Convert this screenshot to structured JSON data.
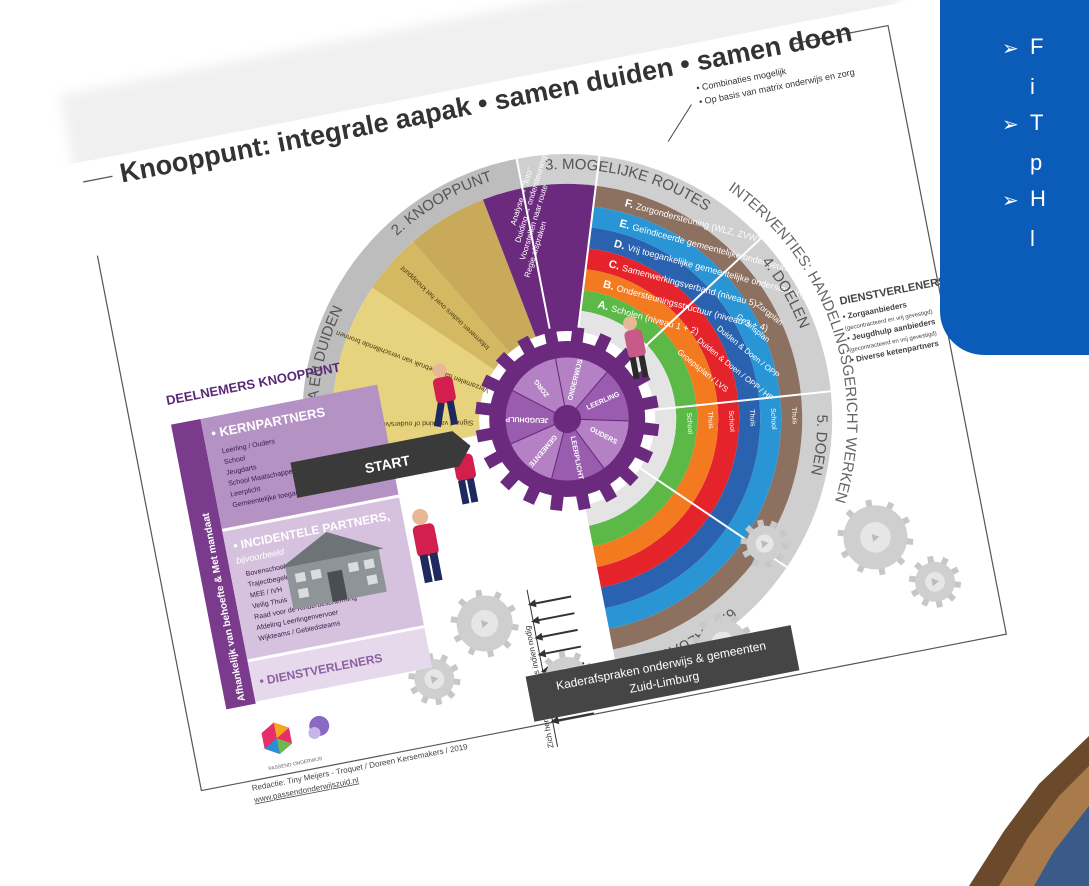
{
  "poster": {
    "title": "Knooppunt: integrale aapak • samen duiden • samen doen",
    "footer": "Kaderafspraken onderwijs & gemeenten",
    "footer2": "Zuid-Limburg",
    "credit": "Redactie: Tiny Meijers - Troquet / Doreen Kersemakers / 2019",
    "website": "www.passendonderwijszuid.nl",
    "logo_text": "PASSEND ONDERWIJS",
    "start": "START",
    "loop_note": "Zich herhalend proces indien nodig",
    "routes_notes": [
      "• Combinaties mogelijk",
      "• Op basis van matrix onderwijs en zorg"
    ],
    "segments": {
      "data": "1. DATA EN DUIDEN",
      "knooppunt": "2. KNOOPPUNT",
      "routes": "3. MOGELIJKE ROUTES",
      "doelen": "4. DOELEN",
      "interventies": "INTERVENTIES: HANDELINGSGERICHT WERKEN",
      "doen": "5. DOEN",
      "evaluatie": "6. EVALUATIE"
    },
    "data_items": [
      "Signaal van kind of ouders/voorziene partners",
      "Verzamelen data, gebruik van verschillende bronnen",
      "Informeren ouders over het knooppunt"
    ],
    "knooppunt_items": [
      "Analyse → \"foto\"",
      "Duiding → ondersteuningsvraag",
      "Voorstellen naar route",
      "Regie afspraken"
    ],
    "routes": [
      {
        "letter": "F.",
        "text": "Zorgondersteuning (WLZ, ZVW)",
        "color": "#8c7060"
      },
      {
        "letter": "E.",
        "text": "Geïndiceerde gemeentelijke ondersteuning (JW)",
        "color": "#2a95d4"
      },
      {
        "letter": "D.",
        "text": "Vrij toegankelijke gemeentelijke ondersteuning",
        "color": "#2a62b0"
      },
      {
        "letter": "C.",
        "text": "Samenwerkingsverband (niveau 5)",
        "color": "#e4232b"
      },
      {
        "letter": "B.",
        "text": "Ondersteuningsstructuur (niveau 3 + 4)",
        "color": "#f47a20"
      },
      {
        "letter": "A.",
        "text": "Scholen (niveau 1 + 2)",
        "color": "#5cb847"
      }
    ],
    "doelen_items": [
      "Zorgplan",
      "Gezinsplan",
      "Duiden & Doen / OPP",
      "Duiden & Doen / OPP / HP",
      "Groepsplan / LVS"
    ],
    "doen_items": [
      "Thuis",
      "School",
      "Thuis",
      "School",
      "Thuis",
      "School"
    ],
    "gear_labels": [
      "ONDERWIJS",
      "LEERLING",
      "OUDERS",
      "LEERPLICHT",
      "GEMEENTE",
      "JEUGDHULP",
      "ZORG"
    ],
    "deelnemers": {
      "title": "DEELNEMERS KNOOPPUNT",
      "side_label": "Afhankelijk van behoefte & Met mandaat",
      "kern_title": "• KERNPARTNERS",
      "kern_items": [
        "Leerling / Ouders",
        "School",
        "Jeugdarts",
        "School Maatschappelijk Werk",
        "Leerplicht",
        "Gemeentelijke toegang"
      ],
      "incid_title": "• INCIDENTELE PARTNERS,",
      "incid_sub": "bijvoorbeeld",
      "incid_items": [
        "Bovenschoolse ondersteuningsstructuur",
        "Trajectbegeleiders SWV",
        "MEE / IVH",
        "Veilig Thuis",
        "Raad voor de Kinderbescherming",
        "Afdeling Leerlingenvervoer",
        "Wijkteams / Gebiedsteams"
      ],
      "dienst_title": "• DIENSTVERLENERS"
    },
    "dienstverleners": {
      "title": "DIENSTVERLENERS",
      "items": [
        "• Zorgaanbieders",
        "(gecontracteerd en vrij gevestigd)",
        "• Jeugdhulp aanbieders",
        "(gecontracteerd en vrij gevestigd)",
        "• Diverse ketenpartners"
      ]
    }
  },
  "blue_box": {
    "lines": [
      "F",
      "i",
      "T",
      "p",
      "H",
      "l"
    ],
    "bullet_icon": "arrow-right-icon"
  },
  "colors": {
    "purple": "#6b2a7e",
    "gold": "#d4b862",
    "gray": "#bdbdbd",
    "blue_box": "#0a5cb8",
    "brown": "#8c7060"
  }
}
